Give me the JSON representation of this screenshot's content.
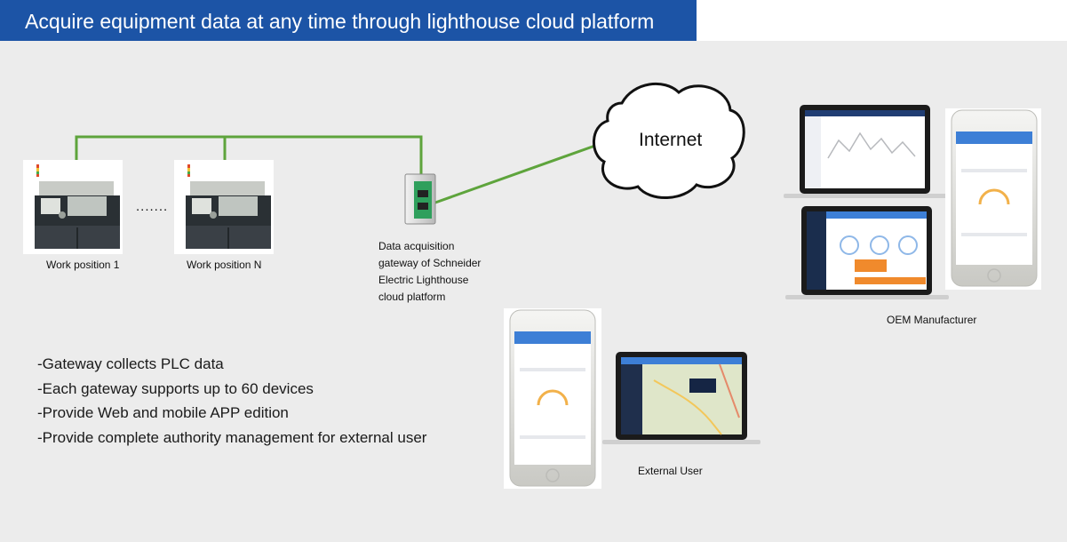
{
  "title": "Acquire equipment data at any time through lighthouse cloud platform",
  "machines": [
    {
      "label": "Work position 1"
    },
    {
      "label": "Work position N"
    }
  ],
  "ellipsis": ".......",
  "gateway": {
    "lines": [
      "Data acquisition",
      "gateway of Schneider",
      "Electric Lighthouse",
      "cloud platform"
    ]
  },
  "cloud": {
    "label": "Internet"
  },
  "oem": {
    "label": "OEM Manufacturer"
  },
  "external": {
    "label": "External User"
  },
  "bullets": [
    "-Gateway collects PLC data",
    "-Each gateway supports up to 60 devices",
    "-Provide Web and mobile APP edition",
    "-Provide complete authority management for external user"
  ],
  "colors": {
    "title_bg": "#1c54a6",
    "link_green": "#5ea43c",
    "app_blue": "#3d7fd6",
    "dashboard_orange": "#f08a2c"
  }
}
